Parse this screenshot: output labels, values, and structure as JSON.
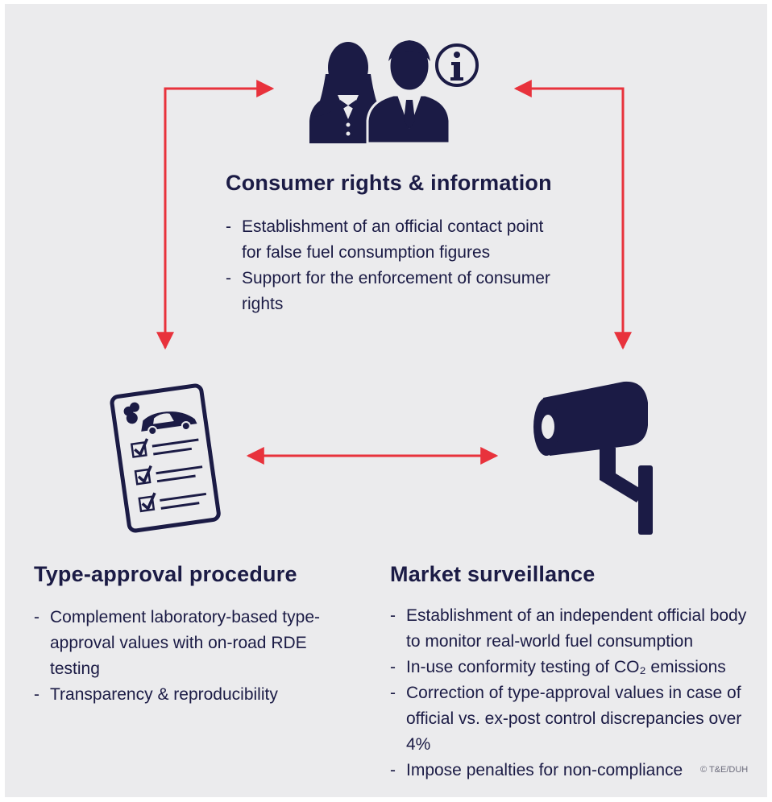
{
  "consumer": {
    "title": "Consumer rights & information",
    "bullets": [
      "Establishment of an official contact point for false fuel consumption figures",
      "Support for the enforcement of consumer rights"
    ]
  },
  "type_approval": {
    "title": "Type-approval procedure",
    "bullets": [
      "Complement laboratory-based type-approval values with on-road RDE testing",
      "Transparency & reproducibility"
    ]
  },
  "market": {
    "title": "Market surveillance",
    "bullets": [
      "Establishment of an independent official body to monitor real-world fuel consumption",
      "In-use conformity testing of CO₂ emissions",
      "Correction of type-approval values in case of official vs. ex-post control discrepancies over 4%",
      "Impose penalties for non-compliance"
    ]
  },
  "credit": "© T&E/DUH",
  "icons": [
    "consumers-icon",
    "info-icon",
    "type-approval-checklist-icon",
    "surveillance-camera-icon"
  ],
  "colors": {
    "navy": "#1b1b45",
    "arrow_red": "#e8323c",
    "background": "#ebebed"
  }
}
